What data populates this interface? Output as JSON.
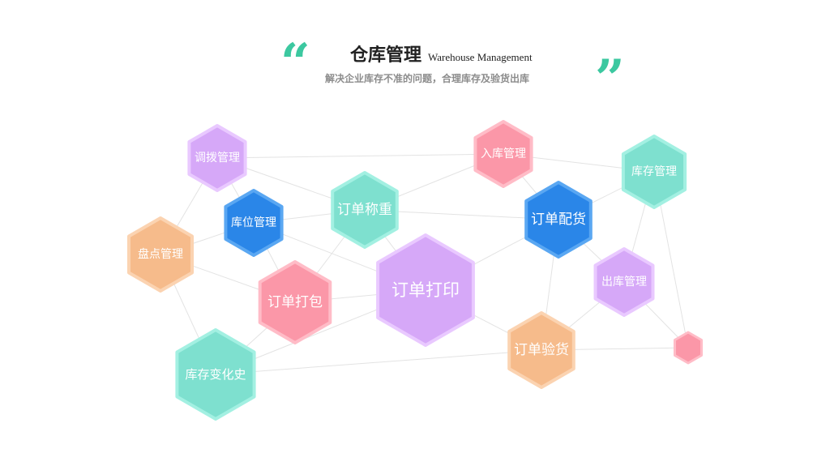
{
  "header": {
    "title": "仓库管理",
    "title_en": "Warehouse Management",
    "subtitle": "解决企业库存不准的问题，合理库存及验货出库",
    "open_quote": "“",
    "close_quote": "”",
    "quote_color": "#3cc8a0"
  },
  "colors": {
    "purple": "#d6a8f8",
    "purple_border": "#e9c9ff",
    "blue": "#2a86e8",
    "blue_border": "#5aa7f2",
    "teal": "#7ee0cf",
    "teal_border": "#a3f0e2",
    "pink": "#fb97a8",
    "pink_border": "#ffbcc7",
    "orange": "#f6bb8b",
    "orange_border": "#fbd3b1",
    "link": "#e3e3e3",
    "label": "#ffffff"
  },
  "nodes": [
    {
      "id": "diaobo",
      "label": "调拨管理",
      "color": "purple"
    },
    {
      "id": "kuwei",
      "label": "库位管理",
      "color": "blue"
    },
    {
      "id": "pandian",
      "label": "盘点管理",
      "color": "orange"
    },
    {
      "id": "chengzhong",
      "label": "订单称重",
      "color": "teal"
    },
    {
      "id": "ruku",
      "label": "入库管理",
      "color": "pink"
    },
    {
      "id": "kucun",
      "label": "库存管理",
      "color": "teal"
    },
    {
      "id": "peihuo",
      "label": "订单配货",
      "color": "blue"
    },
    {
      "id": "dabao",
      "label": "订单打包",
      "color": "pink"
    },
    {
      "id": "dayin",
      "label": "订单打印",
      "color": "purple"
    },
    {
      "id": "chuku",
      "label": "出库管理",
      "color": "purple"
    },
    {
      "id": "yanhuo",
      "label": "订单验货",
      "color": "orange"
    },
    {
      "id": "bianhua",
      "label": "库存变化史",
      "color": "teal"
    },
    {
      "id": "dot",
      "label": "",
      "color": "pink"
    }
  ],
  "links": [
    [
      "diaobo",
      "ruku"
    ],
    [
      "diaobo",
      "kuwei"
    ],
    [
      "diaobo",
      "pandian"
    ],
    [
      "diaobo",
      "chengzhong"
    ],
    [
      "ruku",
      "kucun"
    ],
    [
      "ruku",
      "chengzhong"
    ],
    [
      "ruku",
      "peihuo"
    ],
    [
      "kuwei",
      "chengzhong"
    ],
    [
      "kuwei",
      "pandian"
    ],
    [
      "kuwei",
      "dabao"
    ],
    [
      "kuwei",
      "dayin"
    ],
    [
      "chengzhong",
      "peihuo"
    ],
    [
      "chengzhong",
      "dabao"
    ],
    [
      "chengzhong",
      "dayin"
    ],
    [
      "pandian",
      "dabao"
    ],
    [
      "pandian",
      "bianhua"
    ],
    [
      "dabao",
      "dayin"
    ],
    [
      "dabao",
      "bianhua"
    ],
    [
      "dayin",
      "peihuo"
    ],
    [
      "dayin",
      "yanhuo"
    ],
    [
      "dayin",
      "bianhua"
    ],
    [
      "peihuo",
      "kucun"
    ],
    [
      "peihuo",
      "chuku"
    ],
    [
      "peihuo",
      "yanhuo"
    ],
    [
      "kucun",
      "chuku"
    ],
    [
      "kucun",
      "dot"
    ],
    [
      "chuku",
      "yanhuo"
    ],
    [
      "chuku",
      "dot"
    ],
    [
      "yanhuo",
      "dot"
    ],
    [
      "yanhuo",
      "bianhua"
    ]
  ]
}
